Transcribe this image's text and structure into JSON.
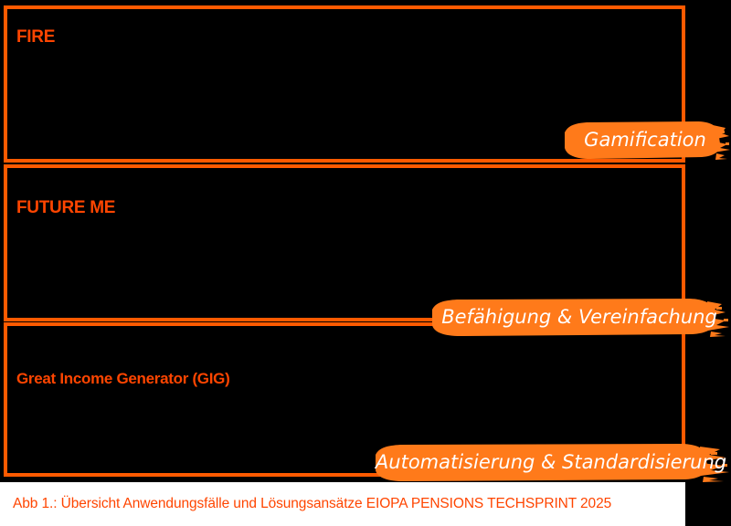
{
  "figure": {
    "background_color": "#000000",
    "accent_color": "#FF5A00",
    "text_color": "#FF4500",
    "label_text_color": "#FFFFFF",
    "caption_background": "#FFFFFF"
  },
  "use_cases": [
    {
      "id": "fire",
      "title": "FIRE"
    },
    {
      "id": "future-me",
      "title": "FUTURE ME"
    },
    {
      "id": "gig",
      "title": "Great Income Generator (GIG)"
    }
  ],
  "solution_labels": [
    {
      "id": "gamification",
      "text": "Gamification"
    },
    {
      "id": "befaehigung",
      "text": "Befähigung & Vereinfachung"
    },
    {
      "id": "automatisierung",
      "text": "Automatisierung & Standardisierung"
    }
  ],
  "caption": {
    "text": "Abb 1.: Übersicht Anwendungsfälle und Lösungsansätze EIOPA PENSIONS TECHSPRINT 2025"
  }
}
